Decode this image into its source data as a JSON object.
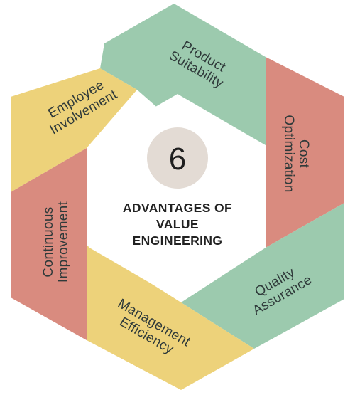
{
  "center": {
    "number": "6",
    "title_lines": [
      "ADVANTAGES OF",
      "VALUE",
      "ENGINEERING"
    ]
  },
  "segments": [
    {
      "id": "product-suitability",
      "lines": [
        "Product",
        "Suitability"
      ],
      "color": "#9ccaae"
    },
    {
      "id": "cost-optimization",
      "lines": [
        "Cost",
        "Optimization"
      ],
      "color": "#d98b7f"
    },
    {
      "id": "quality-assurance",
      "lines": [
        "Quality",
        "Assurance"
      ],
      "color": "#9ccaae"
    },
    {
      "id": "management-efficiency",
      "lines": [
        "Management",
        "Efficiency"
      ],
      "color": "#edd27a"
    },
    {
      "id": "continuous-improvement",
      "lines": [
        "Continuous",
        "Improvement"
      ],
      "color": "#d98b7f"
    },
    {
      "id": "employee-involvement",
      "lines": [
        "Employee",
        "Involvement"
      ],
      "color": "#edd27a"
    }
  ],
  "colors": {
    "circle": "#e3dbd4",
    "inner": "#ffffff",
    "text": "#2f3a3a"
  }
}
